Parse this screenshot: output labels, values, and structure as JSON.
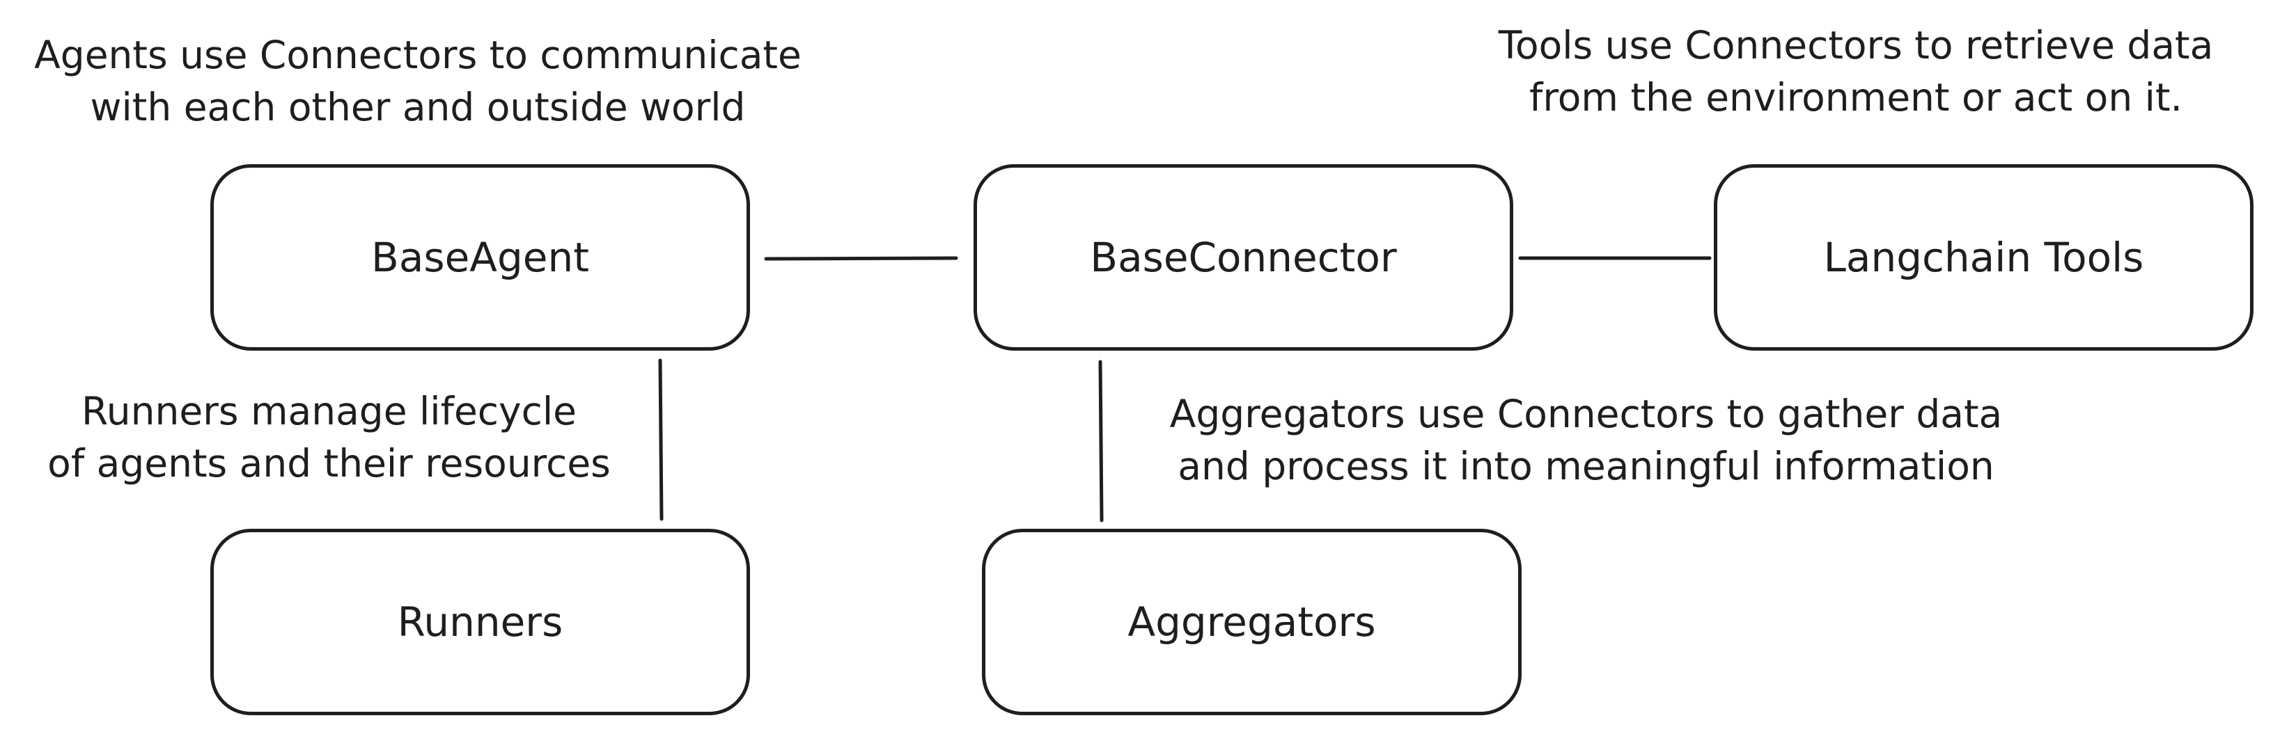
{
  "nodes": {
    "base_agent": "BaseAgent",
    "base_connector": "BaseConnector",
    "langchain_tools": "Langchain Tools",
    "runners": "Runners",
    "aggregators": "Aggregators"
  },
  "notes": {
    "agents": [
      "Agents use Connectors to communicate",
      "with each other and outside world"
    ],
    "tools": [
      "Tools use Connectors to retrieve data",
      "from the environment or act on it."
    ],
    "runners": [
      "Runners manage lifecycle",
      "of agents and their resources"
    ],
    "aggregators": [
      "Aggregators use Connectors to gather data",
      "and process it into meaningful information"
    ]
  },
  "colors": {
    "stroke": "#1e1e1e",
    "background": "#ffffff"
  }
}
